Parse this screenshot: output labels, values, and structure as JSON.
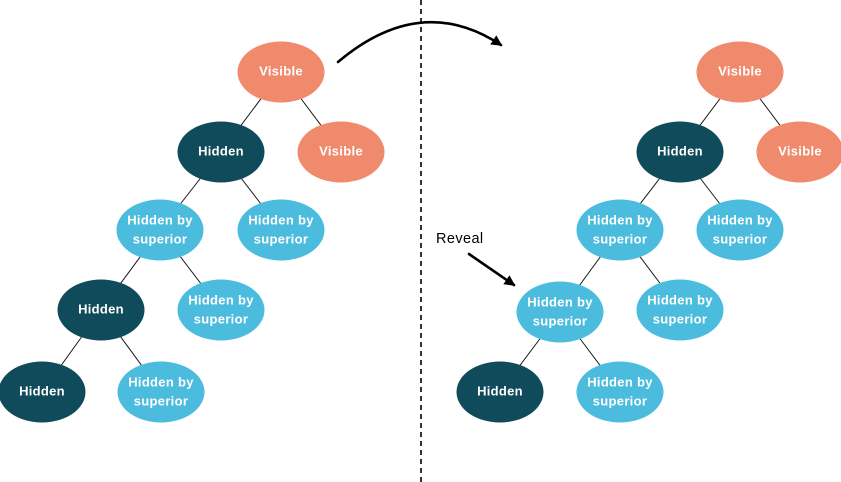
{
  "colors": {
    "visible": "#EF8A6C",
    "hidden": "#0F4B5A",
    "hidden_by_superior": "#4CBCDE",
    "node_text": "#FFFFFF",
    "edge": "#1A1A1A",
    "arrow": "#000000",
    "divider": "#000000",
    "label_text": "#000000"
  },
  "annotations": {
    "reveal_label": "Reveal",
    "reveal_arrow_icon": "arrow-down-right",
    "transition_arrow_icon": "curved-arrow-left-to-right",
    "divider_icon": "vertical-dashed-line"
  },
  "left_tree": {
    "nodes": [
      {
        "label": "Visible",
        "state": "visible",
        "children": [
          1,
          2
        ]
      },
      {
        "label": "Hidden",
        "state": "hidden",
        "children": [
          3,
          4
        ]
      },
      {
        "label": "Visible",
        "state": "visible",
        "children": []
      },
      {
        "label": "Hidden by superior",
        "state": "hidden_by_superior",
        "children": [
          5,
          6
        ]
      },
      {
        "label": "Hidden by superior",
        "state": "hidden_by_superior",
        "children": []
      },
      {
        "label": "Hidden",
        "state": "hidden",
        "children": [
          7,
          8
        ]
      },
      {
        "label": "Hidden by superior",
        "state": "hidden_by_superior",
        "children": []
      },
      {
        "label": "Hidden",
        "state": "hidden",
        "children": []
      },
      {
        "label": "Hidden by superior",
        "state": "hidden_by_superior",
        "children": []
      }
    ]
  },
  "right_tree": {
    "nodes": [
      {
        "label": "Visible",
        "state": "visible",
        "children": [
          1,
          2
        ]
      },
      {
        "label": "Hidden",
        "state": "hidden",
        "children": [
          3,
          4
        ]
      },
      {
        "label": "Visible",
        "state": "visible",
        "children": []
      },
      {
        "label": "Hidden by superior",
        "state": "hidden_by_superior",
        "children": [
          5,
          6
        ]
      },
      {
        "label": "Hidden by superior",
        "state": "hidden_by_superior",
        "children": []
      },
      {
        "label": "Hidden by superior",
        "state": "hidden_by_superior",
        "children": [
          7,
          8
        ]
      },
      {
        "label": "Hidden by superior",
        "state": "hidden_by_superior",
        "children": []
      },
      {
        "label": "Hidden",
        "state": "hidden",
        "children": []
      },
      {
        "label": "Hidden by superior",
        "state": "hidden_by_superior",
        "children": []
      }
    ]
  }
}
